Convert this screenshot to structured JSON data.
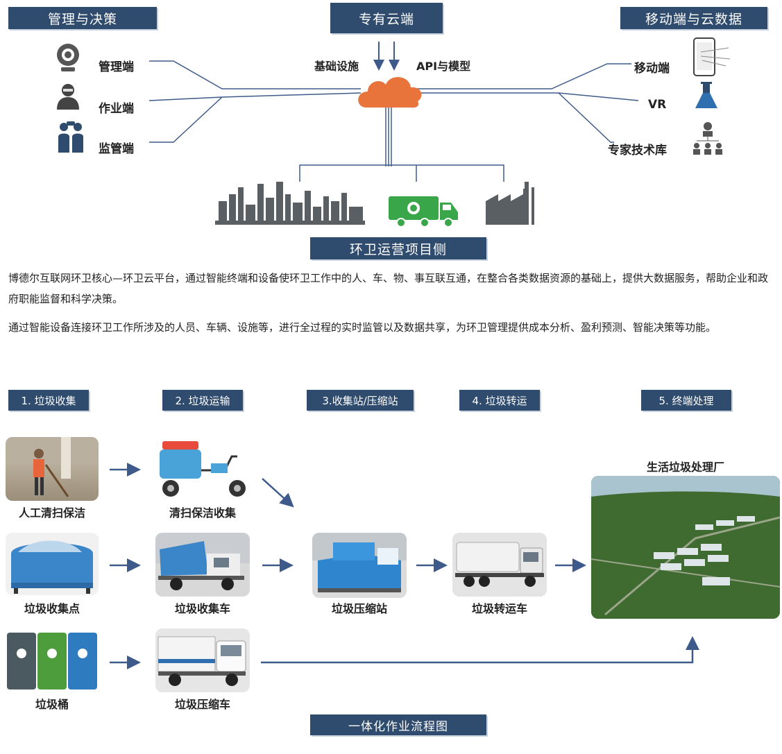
{
  "top": {
    "left_header": "管理与决策",
    "center_header": "专有云端",
    "right_header": "移动端与云数据",
    "bottom_header": "环卫运营项目侧",
    "cloud_left_label": "基础设施",
    "cloud_right_label": "API与模型",
    "left_items": [
      "管理端",
      "作业端",
      "监管端"
    ],
    "right_items": [
      "移动端",
      "VR",
      "专家技术库"
    ]
  },
  "description": {
    "para1": "博德尔互联网环卫核心—环卫云平台，通过智能终端和设备使环卫工作中的人、车、物、事互联互通，在整合各类数据资源的基础上，提供大数据服务，帮助企业和政府职能监督和科学决策。",
    "para2": "通过智能设备连接环卫工作所涉及的人员、车辆、设施等，进行全过程的实时监管以及数据共享，为环卫管理提供成本分析、盈利预测、智能决策等功能。"
  },
  "flow": {
    "steps": [
      "1. 垃圾收集",
      "2. 垃圾运输",
      "3.收集站/压缩站",
      "4. 垃圾转运",
      "5. 终端处理"
    ],
    "captions": {
      "c1": "人工清扫保洁",
      "c2": "清扫保洁收集",
      "c3": "垃圾收集点",
      "c4": "垃圾收集车",
      "c5": "垃圾压缩站",
      "c6": "垃圾转运车",
      "c7": "垃圾桶",
      "c8": "垃圾压缩车",
      "plant_title": "生活垃圾处理厂"
    },
    "footer": "一体化作业流程图"
  },
  "colors": {
    "header_bg": "#2f4b6e",
    "arrow": "#3d5a8a",
    "cloud": "#e8743b",
    "truck_green": "#3aa64a",
    "factory_gray": "#5a5f63"
  }
}
